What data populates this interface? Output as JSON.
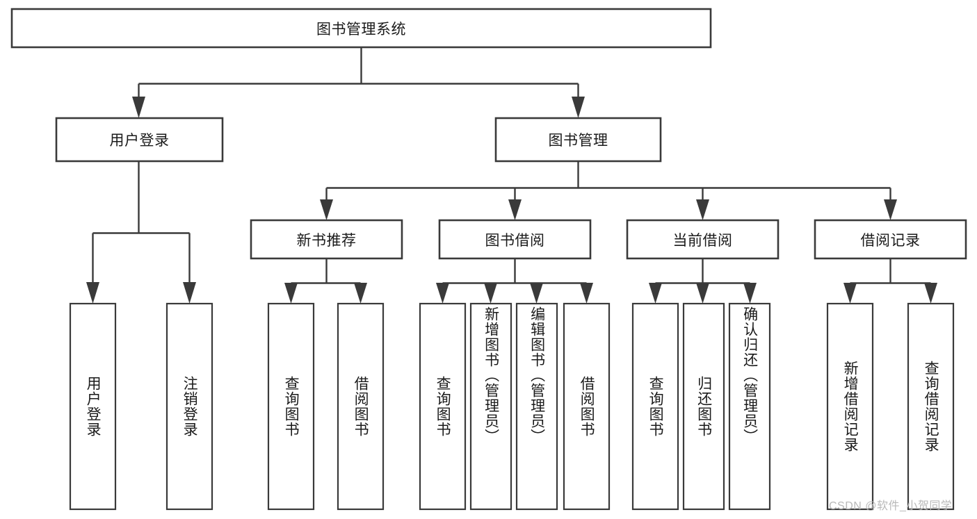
{
  "diagram": {
    "type": "hierarchy-tree",
    "title": "图书管理系统",
    "watermark": "CSDN @软件_小贺同学",
    "colors": {
      "stroke": "#3a3a3a",
      "fill": "#ffffff",
      "text": "#1a1a1a",
      "watermark": "#b9b9b9"
    },
    "root": {
      "label": "图书管理系统"
    },
    "level2": [
      {
        "label": "用户登录"
      },
      {
        "label": "图书管理"
      }
    ],
    "level3": [
      {
        "label": "新书推荐"
      },
      {
        "label": "图书借阅"
      },
      {
        "label": "当前借阅"
      },
      {
        "label": "借阅记录"
      }
    ],
    "leaves": {
      "user_login": [
        {
          "label": "用户登录"
        },
        {
          "label": "注销登录"
        }
      ],
      "new_book_recommend": [
        {
          "label": "查询图书"
        },
        {
          "label": "借阅图书"
        }
      ],
      "book_borrow": [
        {
          "label": "查询图书"
        },
        {
          "label": "新增图书（管理员）"
        },
        {
          "label": "编辑图书（管理员）"
        },
        {
          "label": "借阅图书"
        }
      ],
      "current_borrow": [
        {
          "label": "查询图书"
        },
        {
          "label": "归还图书"
        },
        {
          "label": "确认归还（管理员）"
        }
      ],
      "borrow_record": [
        {
          "label": "新增借阅记录"
        },
        {
          "label": "查询借阅记录"
        }
      ]
    }
  }
}
